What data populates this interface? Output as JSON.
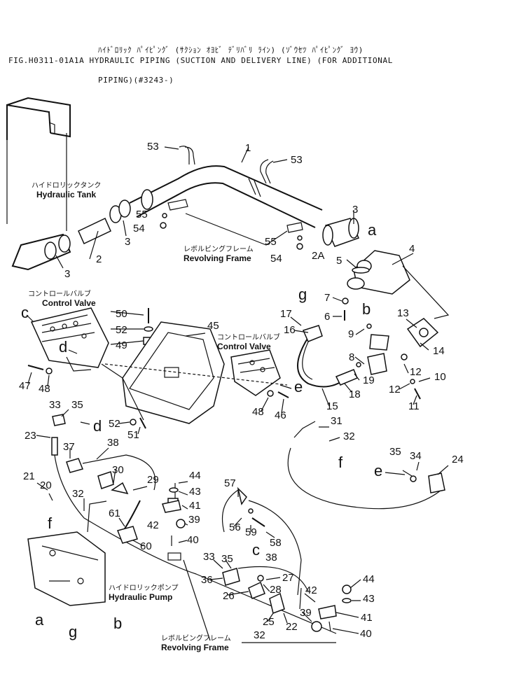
{
  "header": {
    "japanese_title": "ﾊｲﾄﾞﾛﾘｯｸ ﾊﾟｲﾋﾟﾝｸﾞ (ｻｸｼｮﾝ ｵﾖﾋﾞ ﾃﾞﾘﾊﾞﾘ ﾗｲﾝ) (ｿﾞｳｾﾂ ﾊﾟｲﾋﾟﾝｸﾞ ﾖｳ)",
    "figure_title": "FIG.H0311-01A1A HYDRAULIC PIPING (SUCTION AND DELIVERY LINE) (FOR ADDITIONAL",
    "figure_title_cont": "PIPING)(#3243-)"
  },
  "labels": {
    "hydraulic_tank_jp": "ハイドロリックタンク",
    "hydraulic_tank": "Hydraulic Tank",
    "revolving_frame_jp": "レボルビングフレーム",
    "revolving_frame": "Revolving Frame",
    "control_valve_jp": "コントロールバルブ",
    "control_valve": "Control Valve",
    "hydraulic_pump_jp": "ハイドロリックポンプ",
    "hydraulic_pump": "Hydraulic Pump"
  },
  "part_numbers": {
    "p1": "1",
    "p2": "2",
    "p2a": "2A",
    "p3": "3",
    "p4": "4",
    "p5": "5",
    "p6": "6",
    "p7": "7",
    "p8": "8",
    "p9": "9",
    "p10": "10",
    "p11": "11",
    "p12": "12",
    "p13": "13",
    "p14": "14",
    "p15": "15",
    "p16": "16",
    "p17": "17",
    "p18": "18",
    "p19": "19",
    "p20": "20",
    "p21": "21",
    "p22": "22",
    "p23": "23",
    "p24": "24",
    "p25": "25",
    "p26": "26",
    "p27": "27",
    "p28": "28",
    "p29": "29",
    "p30": "30",
    "p31": "31",
    "p32": "32",
    "p33": "33",
    "p34": "34",
    "p35": "35",
    "p36": "36",
    "p37": "37",
    "p38": "38",
    "p39": "39",
    "p40": "40",
    "p41": "41",
    "p42": "42",
    "p43": "43",
    "p44": "44",
    "p45": "45",
    "p46": "46",
    "p47": "47",
    "p48": "48",
    "p49": "49",
    "p50": "50",
    "p51": "51",
    "p52": "52",
    "p53": "53",
    "p54": "54",
    "p55": "55",
    "p56": "56",
    "p57": "57",
    "p58": "58",
    "p59": "59",
    "p60": "60",
    "p61": "61"
  },
  "connection_letters": {
    "a": "a",
    "b": "b",
    "c": "c",
    "d": "d",
    "e": "e",
    "f": "f",
    "g": "g"
  }
}
